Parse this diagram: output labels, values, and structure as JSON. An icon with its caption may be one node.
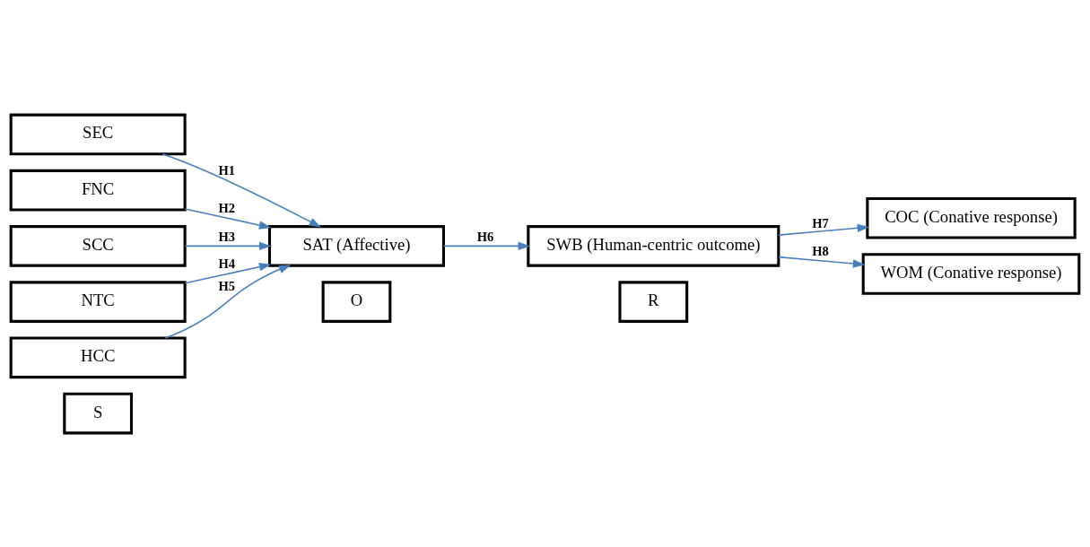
{
  "diagram": {
    "nodes": [
      {
        "text": [
          "S"
        ]
      },
      {
        "text": [
          "O"
        ]
      },
      {
        "text": [
          "R"
        ]
      },
      {
        "text": [
          "SEC"
        ]
      },
      {
        "text": [
          "FNC"
        ]
      },
      {
        "text": [
          "SCC"
        ]
      },
      {
        "text": [
          "NTC"
        ]
      },
      {
        "text": [
          "HCC"
        ]
      },
      {
        "text": [
          "SAT (Affective)"
        ]
      },
      {
        "text": [
          "SWB (Human-centric outcome)"
        ]
      },
      {
        "text": [
          "COC (Conative response)"
        ]
      },
      {
        "text": [
          "WOM (Conative response)"
        ]
      }
    ],
    "edges": [
      {
        "from": 3,
        "to": 8,
        "arrow": "to",
        "label": "H1"
      },
      {
        "from": 4,
        "to": 8,
        "arrow": "to",
        "label": "H2"
      },
      {
        "from": 5,
        "to": 8,
        "arrow": "to",
        "label": "H3"
      },
      {
        "from": 6,
        "to": 8,
        "arrow": "to",
        "label": "H4"
      },
      {
        "from": 7,
        "to": 8,
        "arrow": "to",
        "label": "H5"
      },
      {
        "from": 8,
        "to": 9,
        "arrow": "to",
        "label": "H6"
      },
      {
        "from": 9,
        "to": 10,
        "arrow": "to",
        "label": "H7"
      },
      {
        "from": 9,
        "to": 11,
        "arrow": "to",
        "label": "H8"
      }
    ]
  }
}
